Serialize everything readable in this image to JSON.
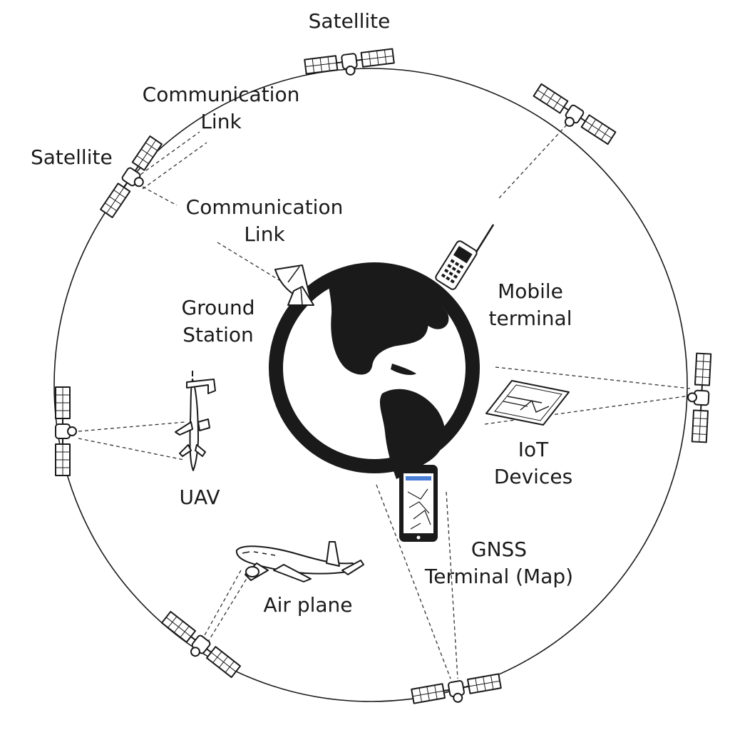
{
  "labels": {
    "satellite_top": "Satellite",
    "satellite_left": "Satellite",
    "comm_link_1_line1": "Communication",
    "comm_link_1_line2": "Link",
    "comm_link_2_line1": "Communication",
    "comm_link_2_line2": "Link",
    "ground_station_line1": "Ground",
    "ground_station_line2": "Station",
    "mobile_terminal_line1": "Mobile",
    "mobile_terminal_line2": "terminal",
    "iot_line1": "IoT",
    "iot_line2": "Devices",
    "uav": "UAV",
    "gnss_line1": "GNSS",
    "gnss_line2": "Terminal (Map)",
    "airplane": "Air plane"
  },
  "icons": {
    "satellite": "satellite-icon",
    "earth": "earth-globe-icon",
    "ground_station": "satellite-dish-icon",
    "mobile": "mobile-phone-icon",
    "iot": "iot-tablet-icon",
    "gnss": "smartphone-map-icon",
    "uav": "uav-drone-icon",
    "airplane": "airplane-icon"
  },
  "colors": {
    "ink": "#1a1a1a",
    "background": "#ffffff",
    "screen_accent": "#4a7fd6"
  }
}
